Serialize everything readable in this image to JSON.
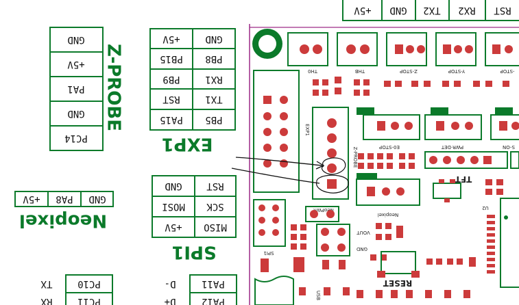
{
  "zprobe": {
    "title": "Z-PROBE",
    "pins": [
      "GND",
      "+5V",
      "PA1",
      "GND",
      "PC14"
    ]
  },
  "exp1": {
    "title": "EXP1",
    "rows": [
      [
        "GND",
        "+5V"
      ],
      [
        "PB8",
        "PB15"
      ],
      [
        "RX1",
        "PB9"
      ],
      [
        "TX1",
        "RST"
      ],
      [
        "PB5",
        "PA15"
      ]
    ]
  },
  "neopixel": {
    "title": "Neopixel",
    "pins": [
      "GND",
      "PA8",
      "+5V"
    ]
  },
  "spi1": {
    "title": "SPI1",
    "rows": [
      [
        "RST",
        "GND"
      ],
      [
        "SCK",
        "MOSI"
      ],
      [
        "MISO",
        "+5V"
      ]
    ]
  },
  "bottom_left": {
    "pins": [
      "PC10",
      "PC11"
    ],
    "signals": [
      "TX",
      "RX"
    ]
  },
  "bottom_mid": {
    "pins": [
      "PA11",
      "PA12"
    ],
    "signals": [
      "D-",
      "D+"
    ]
  },
  "top_header": {
    "pins": [
      "+5V",
      "GND",
      "TX2",
      "RX2",
      "RST"
    ]
  },
  "board": {
    "connectors_top": [
      "TH0",
      "THB",
      "Z-STOP",
      "Y-STOP",
      "-STOP"
    ],
    "connectors_mid": [
      "E0-STOP",
      "PWR-DET",
      "S-ON"
    ],
    "labels": {
      "exp1_small": "EXP1",
      "zprobe_small": "Z-PROBE",
      "neopixel_small": "Neopixel",
      "tft": "TFT",
      "vout": "VOUT",
      "gnd": "GND",
      "spi1_small": "SPI1",
      "reset": "RESET",
      "u2": "U2",
      "usb": "USB",
      "neopwr": "NeoPWR"
    }
  },
  "colors": {
    "green": "#0b7a2a",
    "pad": "#cc3b3b",
    "outline": "#9c2a86"
  }
}
